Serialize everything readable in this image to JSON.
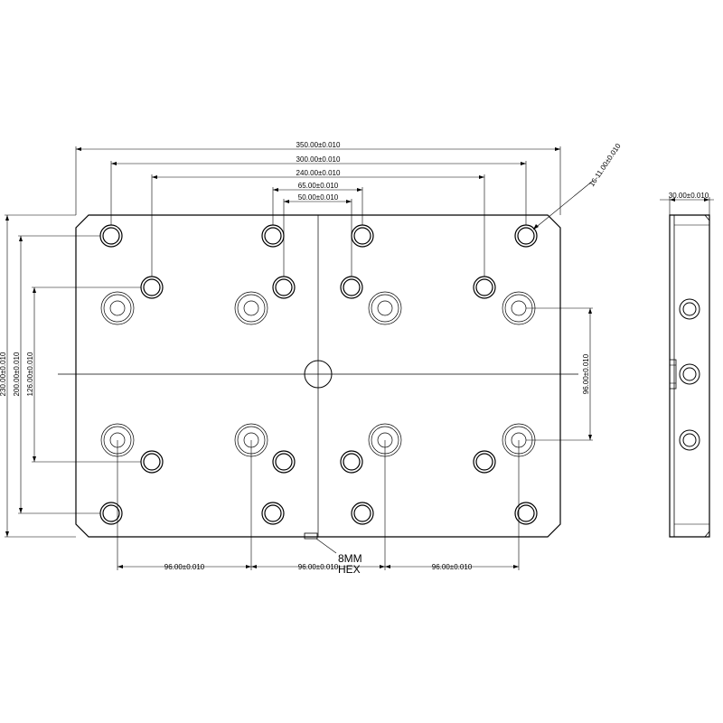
{
  "drawing": {
    "line_color": "#000000",
    "background": "#ffffff",
    "dimensions": {
      "overall_width": "350.00±0.010",
      "width_300": "300.00±0.010",
      "width_240": "240.00±0.010",
      "width_65": "65.00±0.010",
      "width_50": "50.00±0.010",
      "hole_spec": "16-11.00±0.010",
      "overall_height": "230.00±0.010",
      "height_200": "200.00±0.010",
      "height_126": "126.00±0.010",
      "vertical_96": "96.00±0.010",
      "bottom_96_left": "96.00±0.010",
      "bottom_96_mid": "96.00±0.010",
      "bottom_96_right": "96.00±0.010",
      "thickness": "30.00±0.010"
    },
    "notes": {
      "hex_line1": "8MM",
      "hex_line2": "HEX"
    }
  }
}
